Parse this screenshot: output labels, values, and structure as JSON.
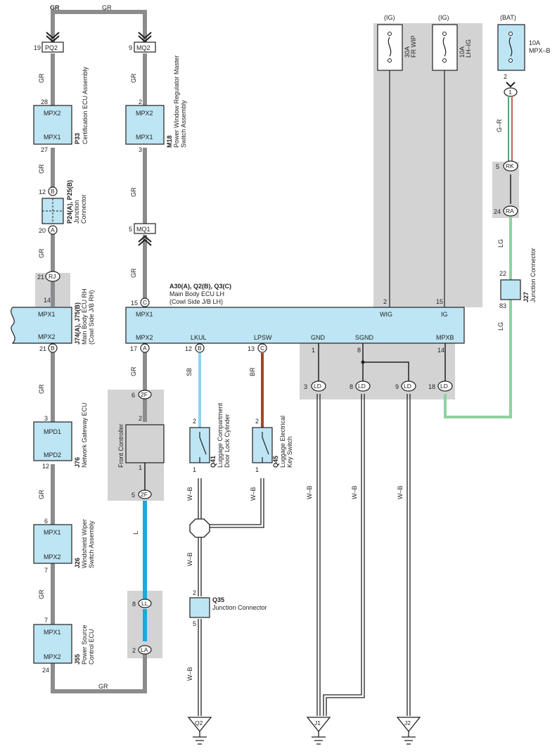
{
  "wire_colors": {
    "GR": "#8c8c8e",
    "SB": "#8ed3f5",
    "BR": "#a0472a",
    "L": "#1ea7e1",
    "LG": "#8fd1a0",
    "WB": "#231f20",
    "GRed": "#c0392b"
  },
  "top": {
    "gr_label": "GR",
    "pq2_pin": "19",
    "pq2": "PQ2",
    "mq2_pin": "9",
    "mq2": "MQ2"
  },
  "left_col": {
    "gr": "GR",
    "p33_top_pin": "28",
    "p33_bot_pin": "27",
    "p33_mpx2": "MPX2",
    "p33_mpx1": "MPX1",
    "p33_code": "P33",
    "p33_name": "Certification ECU Assembly",
    "p24_pin_b": "12",
    "p24_b": "B",
    "p24_pin_a": "20",
    "p24_a": "A",
    "p24_code": "P24(A), P25(B)",
    "p24_name1": "Junction",
    "p24_name2": "Connector",
    "rj_pin": "21",
    "rj": "RJ",
    "j74_pin_top": "14",
    "j74_pin_bot": "21",
    "j74_b": "B",
    "j74_mpx1": "MPX1",
    "j74_mpx2": "MPX2",
    "j74_code": "J74(A), J75(B)",
    "j74_name1": "Main Body ECU RH",
    "j74_name2": "(Cowl Side J/B RH)",
    "j76_top_pin": "3",
    "j76_bot_pin": "12",
    "j76_mpd1": "MPD1",
    "j76_mpd2": "MPD2",
    "j76_code": "J76",
    "j76_name": "Network Gateway ECU",
    "j26_top_pin": "6",
    "j26_bot_pin": "7",
    "j26_mpx1": "MPX1",
    "j26_mpx2": "MPX2",
    "j26_code": "J26",
    "j26_name1": "Windshield Wiper",
    "j26_name2": "Switch Assembly",
    "j55_top_pin": "7",
    "j55_bot_pin": "24",
    "j55_mpx1": "MPX1",
    "j55_mpx2": "MPX2",
    "j55_code": "J55",
    "j55_name1": "Power Source",
    "j55_name2": "Control ECU"
  },
  "mid_col": {
    "m18_top_pin": "2",
    "m18_bot_pin": "3",
    "m18_mpx2": "MPX2",
    "m18_mpx1": "MPX1",
    "m18_code": "M18",
    "m18_name1": "Power Window Regulator Master",
    "m18_name2": "Switch Assembly",
    "mq1_pin": "5",
    "mq1": "MQ1",
    "gr": "GR"
  },
  "main_ecu": {
    "code": "A30(A), Q2(B), Q3(C)",
    "name1": "Main Body ECU LH",
    "name2": "(Cowl Side J/B LH)",
    "pin_mpx1": "15",
    "conn_c": "C",
    "mpx1": "MPX1",
    "wig": "WIG",
    "ig": "IG",
    "wig_pin": "2",
    "ig_pin": "15",
    "mpx2": "MPX2",
    "lkul": "LKUL",
    "lpsw": "LPSW",
    "gnd": "GND",
    "sgnd": "SGND",
    "mpxb": "MPXB",
    "mpx2_pin": "17",
    "conn_a": "A",
    "lkul_pin": "12",
    "conn_b": "B",
    "lpsw_pin": "13",
    "conn_c2": "C",
    "gnd_pin": "1",
    "sgnd_pin": "8",
    "mpxb_pin": "14"
  },
  "lower_mid": {
    "gr": "GR",
    "sb": "SB",
    "br": "BR",
    "l": "L",
    "wb": "W–B",
    "f2_top_pin": "6",
    "f2": "2F",
    "fc_top": "2",
    "fc_bot": "1",
    "f2_bot_pin": "5",
    "fc_name": "Front Controller",
    "q41_top": "2",
    "q41_bot": "1",
    "q41_code": "Q41",
    "q41_name1": "Luggage Compartment",
    "q41_name2": "Door Lock Cylinder",
    "q45_top": "2",
    "q45_bot": "1",
    "q45_code": "Q45",
    "q45_name1": "Luggage Electrical",
    "q45_name2": "Key Switch",
    "ll_pin": "8",
    "ll": "LL",
    "la_pin": "2",
    "la": "LA",
    "q35_top": "2",
    "q35_bot": "5",
    "q35_code": "Q35",
    "q35_name": "Junction Connector",
    "gr_bottom": "GR"
  },
  "right": {
    "ig1": "(IG)",
    "ig2": "(IG)",
    "bat": "(BAT)",
    "f1_name1": "30A",
    "f1_name2": "FR WIP",
    "f2_name1": "10A",
    "f2_name2": "LH–IG",
    "f3_name1": "10A",
    "f3_name2": "MPX–B",
    "f3_pin": "2",
    "c1": "1",
    "gr_red": "G–R",
    "rk_pin": "5",
    "rk": "RK",
    "ra_pin": "24",
    "ra": "RA",
    "lg": "LG",
    "j27_top": "22",
    "j27_bot": "83",
    "j27_code": "J27",
    "j27_name": "Junction Connector",
    "ld_pins": [
      "3",
      "8",
      "9",
      "18"
    ],
    "ld": "LD",
    "wb": "W–B"
  },
  "grounds": {
    "q2": "Q2",
    "j1": "J1",
    "j2": "J2"
  }
}
